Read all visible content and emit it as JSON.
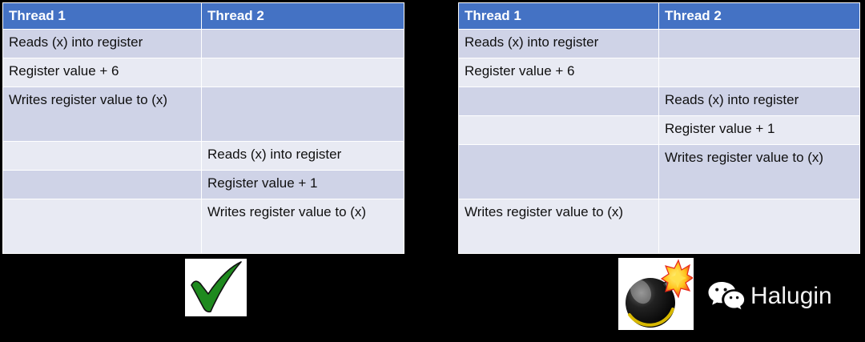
{
  "slide": {
    "background_color": "#000000",
    "header_color": "#4472C4",
    "row_color_dark": "#CFD3E7",
    "row_color_light": "#E8EAF3",
    "check_color": "#1E8A1E"
  },
  "tables": [
    {
      "name": "correct-interleaving-table",
      "headers": [
        "Thread 1",
        "Thread 2"
      ],
      "rows": [
        {
          "thread1": "Reads (x) into register",
          "thread2": "",
          "band": "dark",
          "tall": false
        },
        {
          "thread1": "Register value + 6",
          "thread2": "",
          "band": "light",
          "tall": false
        },
        {
          "thread1": "Writes register value to (x)",
          "thread2": "",
          "band": "dark",
          "tall": true
        },
        {
          "thread1": "",
          "thread2": "Reads (x) into register",
          "band": "light",
          "tall": false
        },
        {
          "thread1": "",
          "thread2": "Register value + 1",
          "band": "dark",
          "tall": false
        },
        {
          "thread1": "",
          "thread2": "Writes register value to (x)",
          "band": "light",
          "tall": true
        }
      ]
    },
    {
      "name": "race-condition-table",
      "headers": [
        "Thread 1",
        "Thread 2"
      ],
      "rows": [
        {
          "thread1": "Reads (x) into register",
          "thread2": "",
          "band": "dark",
          "tall": false
        },
        {
          "thread1": "Register value + 6",
          "thread2": "",
          "band": "light",
          "tall": false
        },
        {
          "thread1": "",
          "thread2": "Reads (x) into register",
          "band": "dark",
          "tall": false
        },
        {
          "thread1": "",
          "thread2": "Register value + 1",
          "band": "light",
          "tall": false
        },
        {
          "thread1": "",
          "thread2": "Writes register value to (x)",
          "band": "dark",
          "tall": true
        },
        {
          "thread1": "Writes register value to (x)",
          "thread2": "",
          "band": "light",
          "tall": true
        }
      ]
    }
  ],
  "verdicts": {
    "left_icon": "green-check-icon",
    "right_icon": "bomb-explosion-icon"
  },
  "brand": {
    "logo": "wechat-icon",
    "name": "Halugin"
  }
}
